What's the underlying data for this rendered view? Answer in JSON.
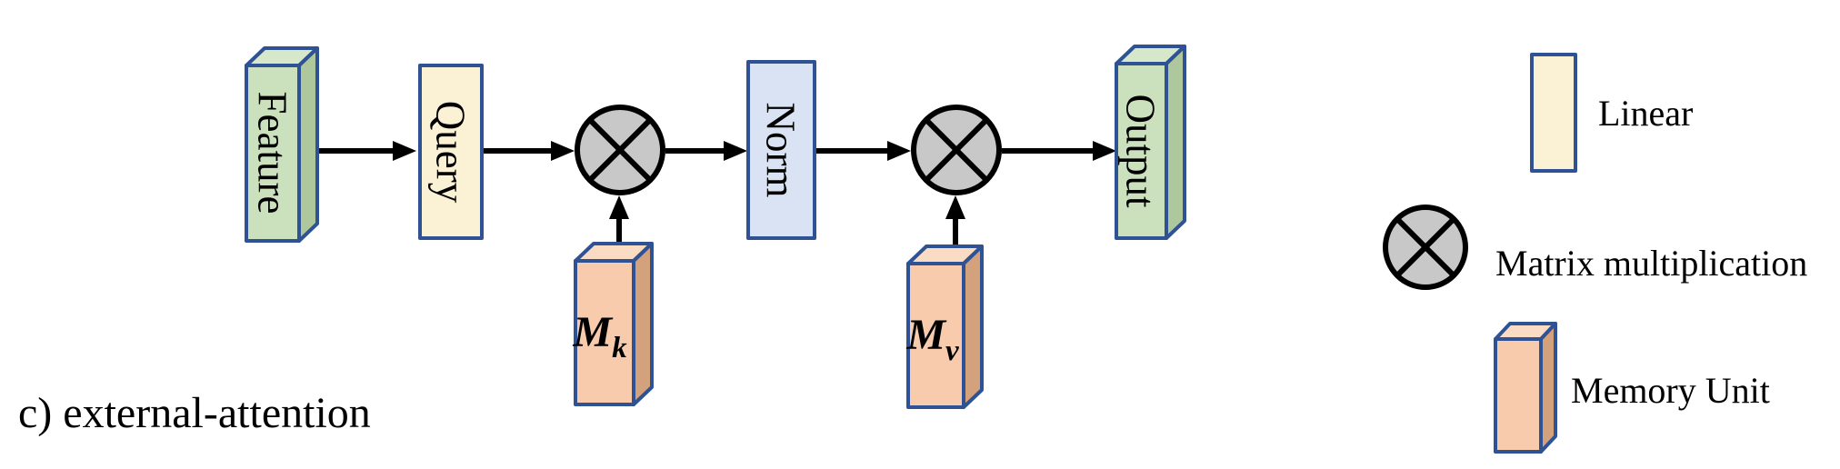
{
  "figure": {
    "caption": "c) external-attention"
  },
  "diagram": {
    "nodes": {
      "feature": "Feature",
      "query": "Query",
      "norm": "Norm",
      "output": "Output",
      "memory_key_base": "M",
      "memory_key_sub": "k",
      "memory_value_base": "M",
      "memory_value_sub": "v"
    },
    "icons": {
      "multiply": "circle-cross-icon"
    }
  },
  "legend": {
    "linear": "Linear",
    "matmul": "Matrix multiplication",
    "memory": "Memory Unit"
  },
  "colors": {
    "linear_fill": "#FBF2D5",
    "norm_fill": "#DAE3F3",
    "green_front": "#CBE0BC",
    "green_top": "#D7E7CA",
    "green_side": "#AFC79D",
    "memory_front": "#F8CBAD",
    "memory_top": "#FADCC4",
    "memory_side": "#D4A17D",
    "multiply_fill": "#C8C8C8",
    "border_blue": "#2E5294",
    "line_black": "#000000"
  }
}
